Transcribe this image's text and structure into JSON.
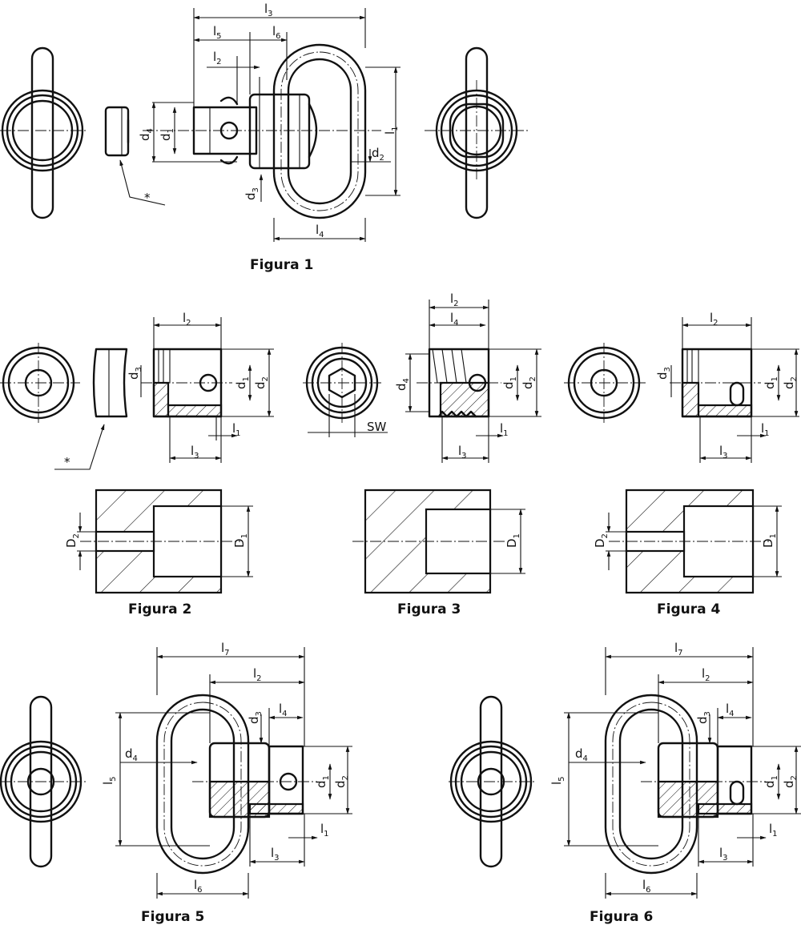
{
  "figures": {
    "fig1": "Figura 1",
    "fig2": "Figura 2",
    "fig3": "Figura 3",
    "fig4": "Figura 4",
    "fig5": "Figura 5",
    "fig6": "Figura 6"
  },
  "labels": {
    "l": "l",
    "d": "d",
    "D": "D",
    "s1": "1",
    "s2": "2",
    "s3": "3",
    "s4": "4",
    "s5": "5",
    "s6": "6",
    "s7": "7",
    "sw": "SW",
    "star": "*"
  }
}
